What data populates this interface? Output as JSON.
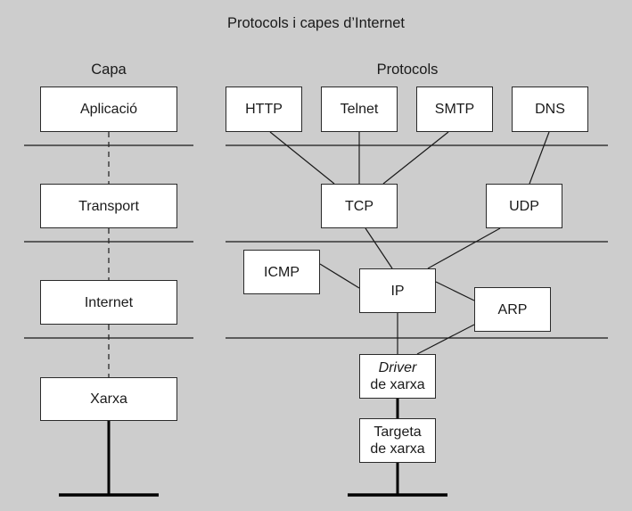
{
  "title": "Protocols i capes d’Internet",
  "headings": {
    "layers": "Capa",
    "protocols": "Protocols"
  },
  "layers": [
    {
      "id": "aplicacio",
      "label": "Aplicació"
    },
    {
      "id": "transport",
      "label": "Transport"
    },
    {
      "id": "internet",
      "label": "Internet"
    },
    {
      "id": "xarxa",
      "label": "Xarxa"
    }
  ],
  "protocols": {
    "http": "HTTP",
    "telnet": "Telnet",
    "smtp": "SMTP",
    "dns": "DNS",
    "tcp": "TCP",
    "udp": "UDP",
    "icmp": "ICMP",
    "ip": "IP",
    "arp": "ARP",
    "driver": {
      "line1": "Driver",
      "line2": "de xarxa"
    },
    "card": {
      "line1": "Targeta",
      "line2": "de xarxa"
    }
  },
  "connections": [
    [
      "http",
      "tcp"
    ],
    [
      "telnet",
      "tcp"
    ],
    [
      "smtp",
      "tcp"
    ],
    [
      "dns",
      "udp"
    ],
    [
      "tcp",
      "ip"
    ],
    [
      "udp",
      "ip"
    ],
    [
      "icmp",
      "ip"
    ],
    [
      "ip",
      "arp"
    ],
    [
      "ip",
      "driver"
    ],
    [
      "arp",
      "driver"
    ],
    [
      "driver",
      "card"
    ],
    [
      "card",
      "network-bus"
    ],
    [
      "xarxa",
      "network-bus"
    ]
  ],
  "colors": {
    "background": "#cdcdcd",
    "box_fill": "#ffffff",
    "line": "#1a1a1a"
  }
}
